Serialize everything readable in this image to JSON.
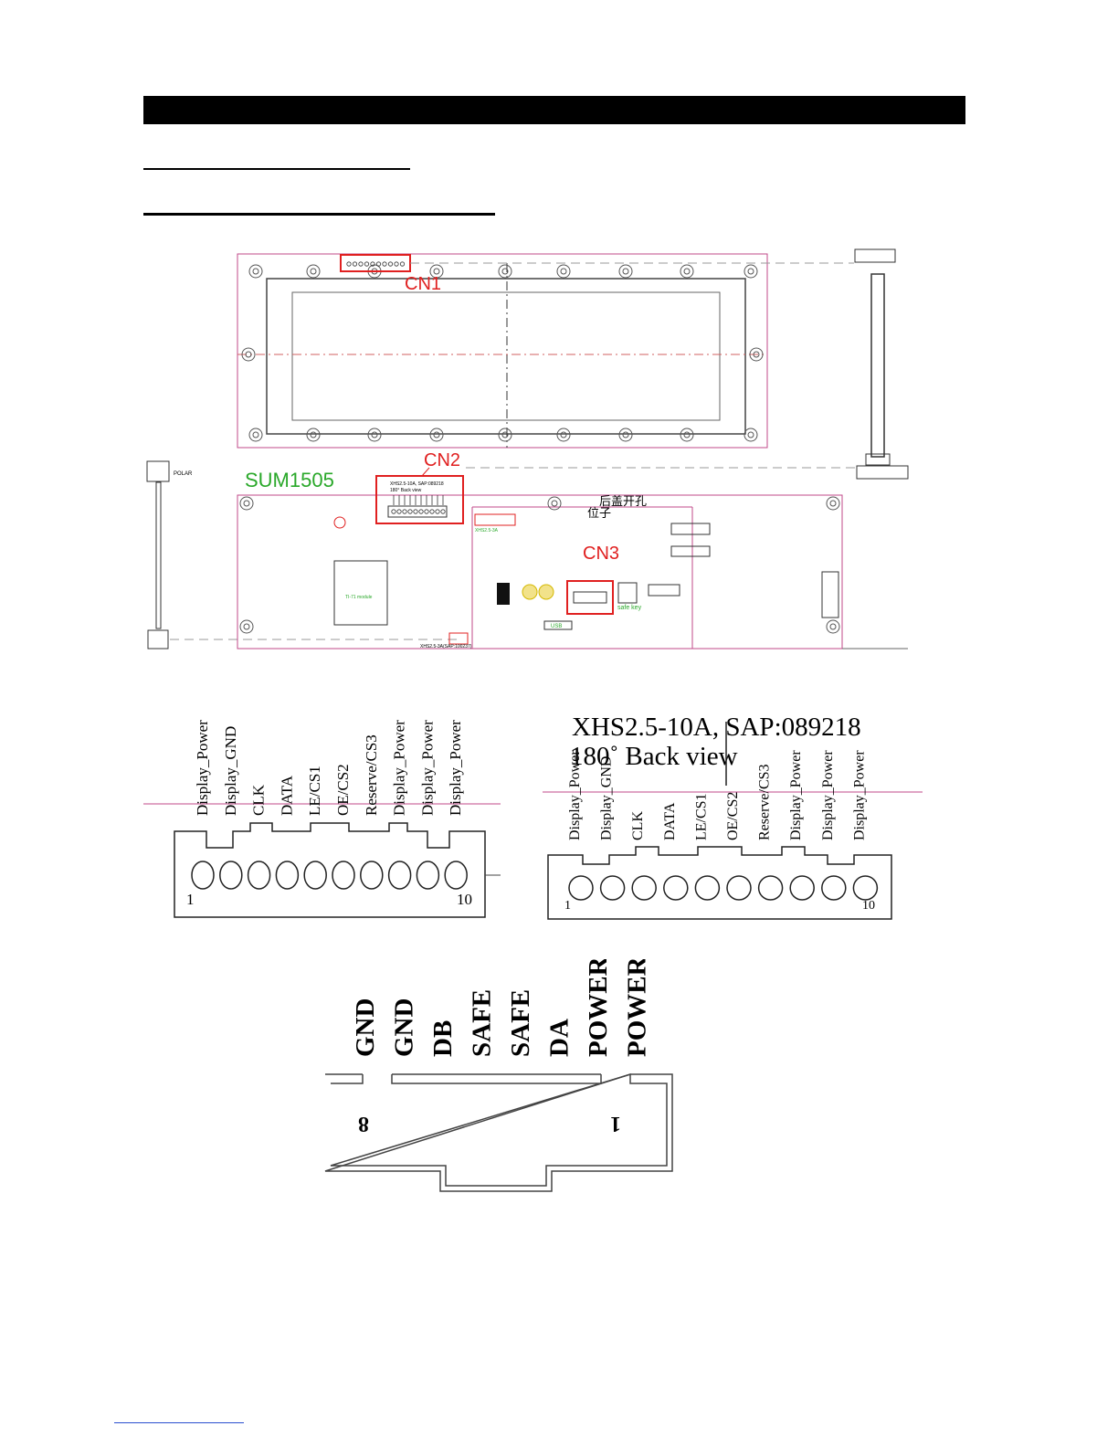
{
  "board": {
    "model": "SUM1505",
    "cn1": "CN1",
    "cn2": "CN2",
    "cn3": "CN3",
    "rear_cover_hole": "后盖开孔",
    "rear_cover_pos": "位子",
    "cn2_spec": "XHS2.5-10A, SAP:089218",
    "cn2_view": "180° Back view",
    "cn2_ref_small": "XHS2.5-3A",
    "bottom_spec": "XHS2.5-3A(SAP:100237)",
    "usb": "USB",
    "safe_key": "safe key",
    "module": "TI-71 module",
    "polar": "POLAR"
  },
  "connector_left": {
    "pins": [
      "Display_Power",
      "Display_GND",
      "CLK",
      "DATA",
      "LE/CS1",
      "OE/CS2",
      "Reserve/CS3",
      "Display_Power",
      "Display_Power",
      "Display_Power"
    ],
    "first": "1",
    "last": "10"
  },
  "connector_right": {
    "spec": "XHS2.5-10A, SAP:089218",
    "view": "180˚ Back view",
    "pins": [
      "Display_Power",
      "Display_GND",
      "CLK",
      "DATA",
      "LE/CS1",
      "OE/CS2",
      "Reserve/CS3",
      "Display_Power",
      "Display_Power",
      "Display_Power"
    ],
    "first": "1",
    "last": "10"
  },
  "connector_bottom": {
    "pins": [
      "GND",
      "GND",
      "DB",
      "SAFE",
      "SAFE",
      "DA",
      "POWER",
      "POWER"
    ],
    "first": "1",
    "last": "8"
  }
}
